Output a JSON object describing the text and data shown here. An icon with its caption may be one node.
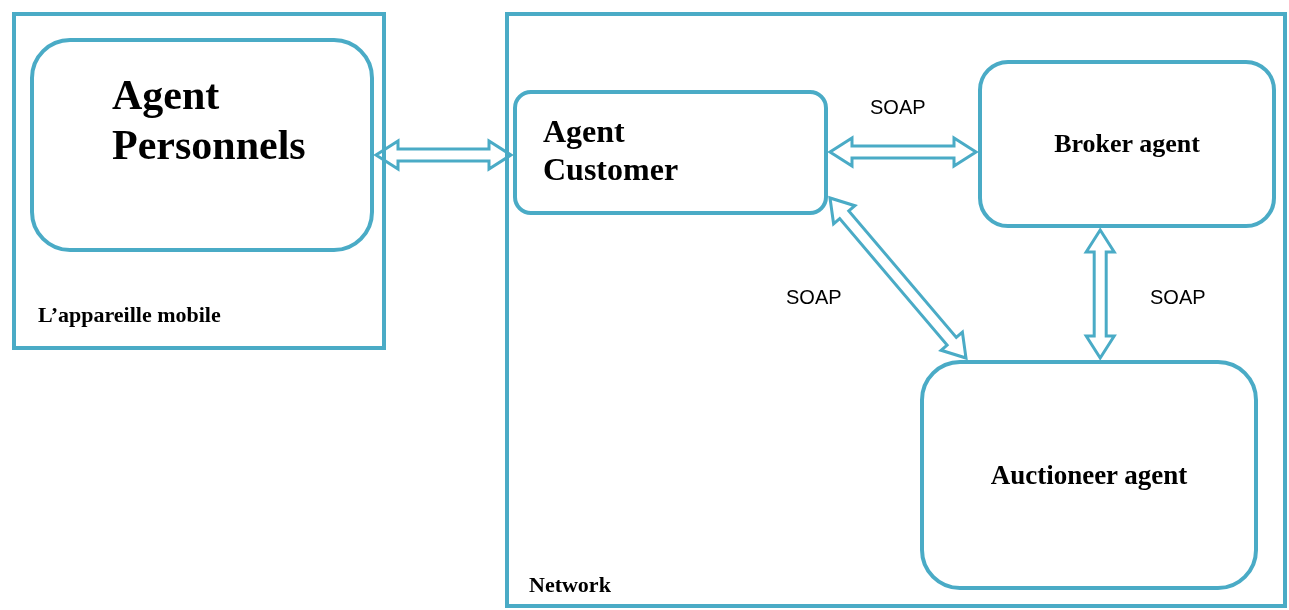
{
  "diagram": {
    "nodes": [
      {
        "text": [
          "L’appareille mobile"
        ]
      },
      {
        "text": [
          "Agent Personnels"
        ],
        "in": 0
      },
      {
        "text": [
          "Network"
        ]
      },
      {
        "text": [
          "Agent Customer"
        ],
        "in": 2
      },
      {
        "text": [
          "Broker agent"
        ],
        "in": 2
      },
      {
        "text": [
          "Auctioneer agent"
        ],
        "in": 2
      }
    ],
    "edges": [
      {
        "from": 1,
        "to": 3,
        "arrow": "both"
      },
      {
        "from": 3,
        "to": 4,
        "arrow": "both",
        "label": "SOAP"
      },
      {
        "from": 3,
        "to": 5,
        "arrow": "both",
        "label": "SOAP"
      },
      {
        "from": 4,
        "to": 5,
        "arrow": "both",
        "label": "SOAP"
      }
    ]
  }
}
